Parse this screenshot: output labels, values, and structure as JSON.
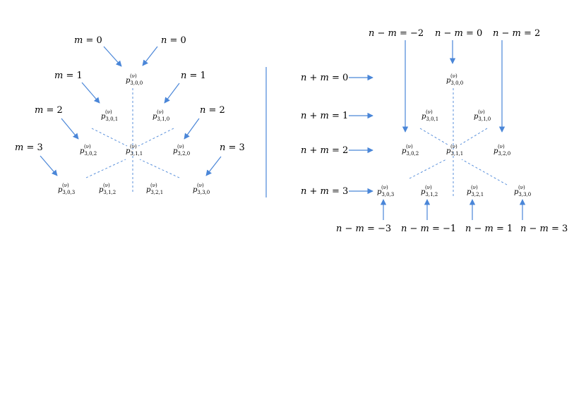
{
  "colors": {
    "accent": "#4a86d8"
  },
  "node_symbol": {
    "base": "p",
    "superscript": "(ν)"
  },
  "left": {
    "m_labels": [
      {
        "var": "m",
        "value": "0"
      },
      {
        "var": "m",
        "value": "1"
      },
      {
        "var": "m",
        "value": "2"
      },
      {
        "var": "m",
        "value": "3"
      }
    ],
    "n_labels": [
      {
        "var": "n",
        "value": "0"
      },
      {
        "var": "n",
        "value": "1"
      },
      {
        "var": "n",
        "value": "2"
      },
      {
        "var": "n",
        "value": "3"
      }
    ],
    "nodes": [
      "3,0,0",
      "3,0,1",
      "3,1,0",
      "3,0,2",
      "3,1,1",
      "3,2,0",
      "3,0,3",
      "3,1,2",
      "3,2,1",
      "3,3,0"
    ]
  },
  "right": {
    "row_labels": [
      {
        "expr": "n + m",
        "value": "0"
      },
      {
        "expr": "n + m",
        "value": "1"
      },
      {
        "expr": "n + m",
        "value": "2"
      },
      {
        "expr": "n + m",
        "value": "3"
      }
    ],
    "top_labels": [
      {
        "expr": "n − m",
        "value": "−2"
      },
      {
        "expr": "n − m",
        "value": "0"
      },
      {
        "expr": "n − m",
        "value": "2"
      }
    ],
    "bottom_labels": [
      {
        "expr": "n − m",
        "value": "−3"
      },
      {
        "expr": "n − m",
        "value": "−1"
      },
      {
        "expr": "n − m",
        "value": "1"
      },
      {
        "expr": "n − m",
        "value": "3"
      }
    ],
    "nodes": [
      "3,0,0",
      "3,0,1",
      "3,1,0",
      "3,0,2",
      "3,1,1",
      "3,2,0",
      "3,0,3",
      "3,1,2",
      "3,2,1",
      "3,3,0"
    ]
  }
}
